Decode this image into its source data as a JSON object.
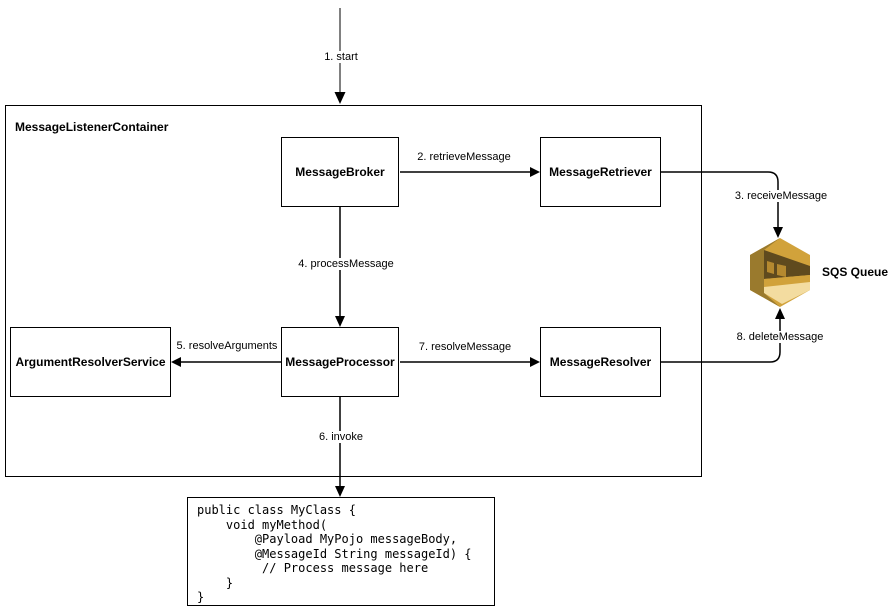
{
  "diagram": {
    "container": {
      "label": "MessageListenerContainer"
    },
    "nodes": {
      "message_broker": "MessageBroker",
      "message_retriever": "MessageRetriever",
      "argument_resolver_service": "ArgumentResolverService",
      "message_processor": "MessageProcessor",
      "message_resolver": "MessageResolver"
    },
    "sqs": {
      "label": "SQS Queue",
      "icon": "aws-sqs-queue-icon"
    },
    "edges": {
      "start": "1. start",
      "retrieve_message": "2. retrieveMessage",
      "receive_message": "3. receiveMessage",
      "process_message": "4. processMessage",
      "resolve_arguments": "5. resolveArguments",
      "invoke": "6. invoke",
      "resolve_message": "7. resolveMessage",
      "delete_message": "8. deleteMessage"
    },
    "code": "public class MyClass {\n    void myMethod(\n        @Payload MyPojo messageBody,\n        @MessageId String messageId) {\n         // Process message here\n    }\n}",
    "colors": {
      "edge_line": "#000000",
      "start_edge_line": "#808080",
      "sqs_gold": "#D1A23B",
      "sqs_dark_gold": "#9A7A2D",
      "sqs_shadow": "#5F4A1E",
      "sqs_message": "#B5892F",
      "sqs_light": "#F3DCA0"
    }
  }
}
